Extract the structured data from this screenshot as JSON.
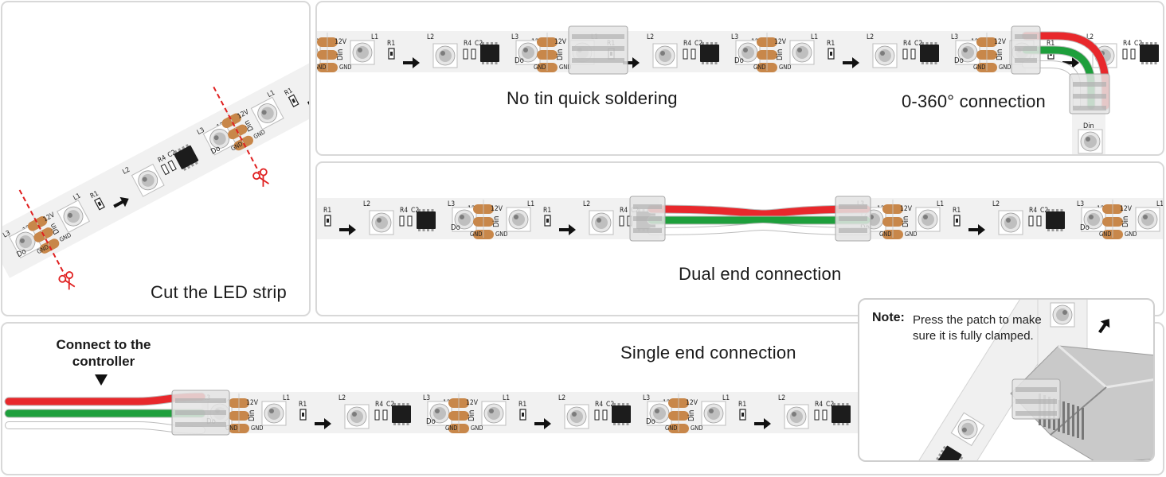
{
  "panels": {
    "cut": {
      "caption": "Cut the LED strip"
    },
    "solder": {
      "caption": "No tin quick soldering",
      "caption2": "0-360° connection"
    },
    "dual": {
      "caption": "Dual end connection"
    },
    "single": {
      "caption": "Single end connection",
      "controller_label": "Connect to the controller"
    },
    "note": {
      "title": "Note:",
      "body": "Press the patch to make sure it is fully clamped."
    }
  },
  "pcb_labels": {
    "l1": "L1",
    "l2": "L2",
    "l3": "L3",
    "r1": "R1",
    "r4": "R4",
    "c2": "C2",
    "v12": "12V",
    "do": "Do",
    "din": "Din",
    "gnd": "GND"
  },
  "colors": {
    "strip": "#f1f1f1",
    "pad": "#c8874a",
    "wire_red": "#e8282c",
    "wire_green": "#1e9f3c",
    "wire_white": "#ffffff",
    "cut_line": "#e02020",
    "connector": "#e4e4e4"
  },
  "icons": [
    "scissors-icon",
    "arrow-right-icon",
    "triangle-down-icon",
    "led-chip-icon",
    "ic-chip-icon"
  ]
}
